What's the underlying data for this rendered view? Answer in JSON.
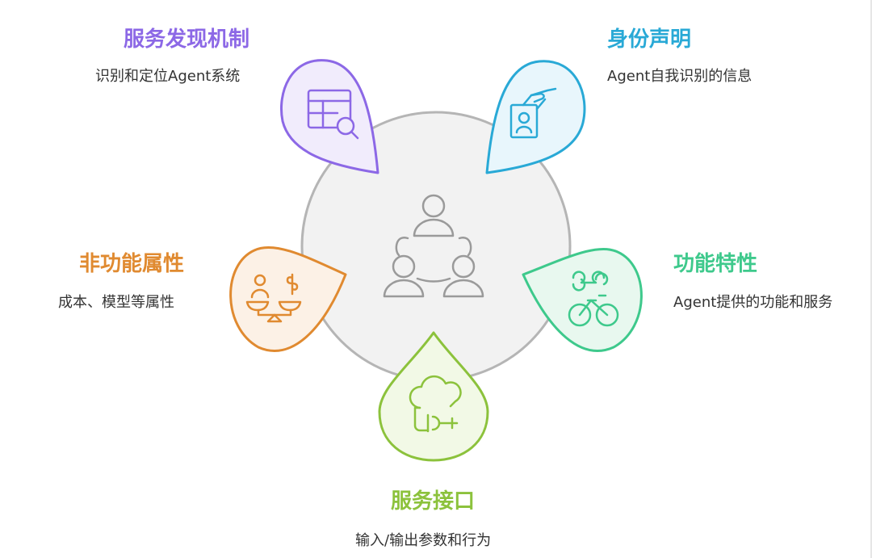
{
  "colors": {
    "discovery": "#8c68e6",
    "identity": "#29a9d6",
    "capability": "#3ec98c",
    "interface": "#8cc23c",
    "nonfunctional": "#e08a30",
    "center": "#f2f2f2",
    "center_stroke": "#b5b5b5"
  },
  "center": {
    "icon": "people-network-icon"
  },
  "nodes": {
    "discovery": {
      "title": "服务发现机制",
      "desc": "识别和定位Agent系统",
      "icon": "table-search-icon"
    },
    "identity": {
      "title": "身份声明",
      "desc": "Agent自我识别的信息",
      "icon": "id-card-hand-icon"
    },
    "capability": {
      "title": "功能特性",
      "desc": "Agent提供的功能和服务",
      "icon": "wrench-bicycle-icon"
    },
    "interface": {
      "title": "服务接口",
      "desc": "输入/输出参数和行为",
      "icon": "cloud-plug-icon"
    },
    "nonfunctional": {
      "title": "非功能属性",
      "desc": "成本、模型等属性",
      "icon": "cost-balance-icon"
    }
  }
}
